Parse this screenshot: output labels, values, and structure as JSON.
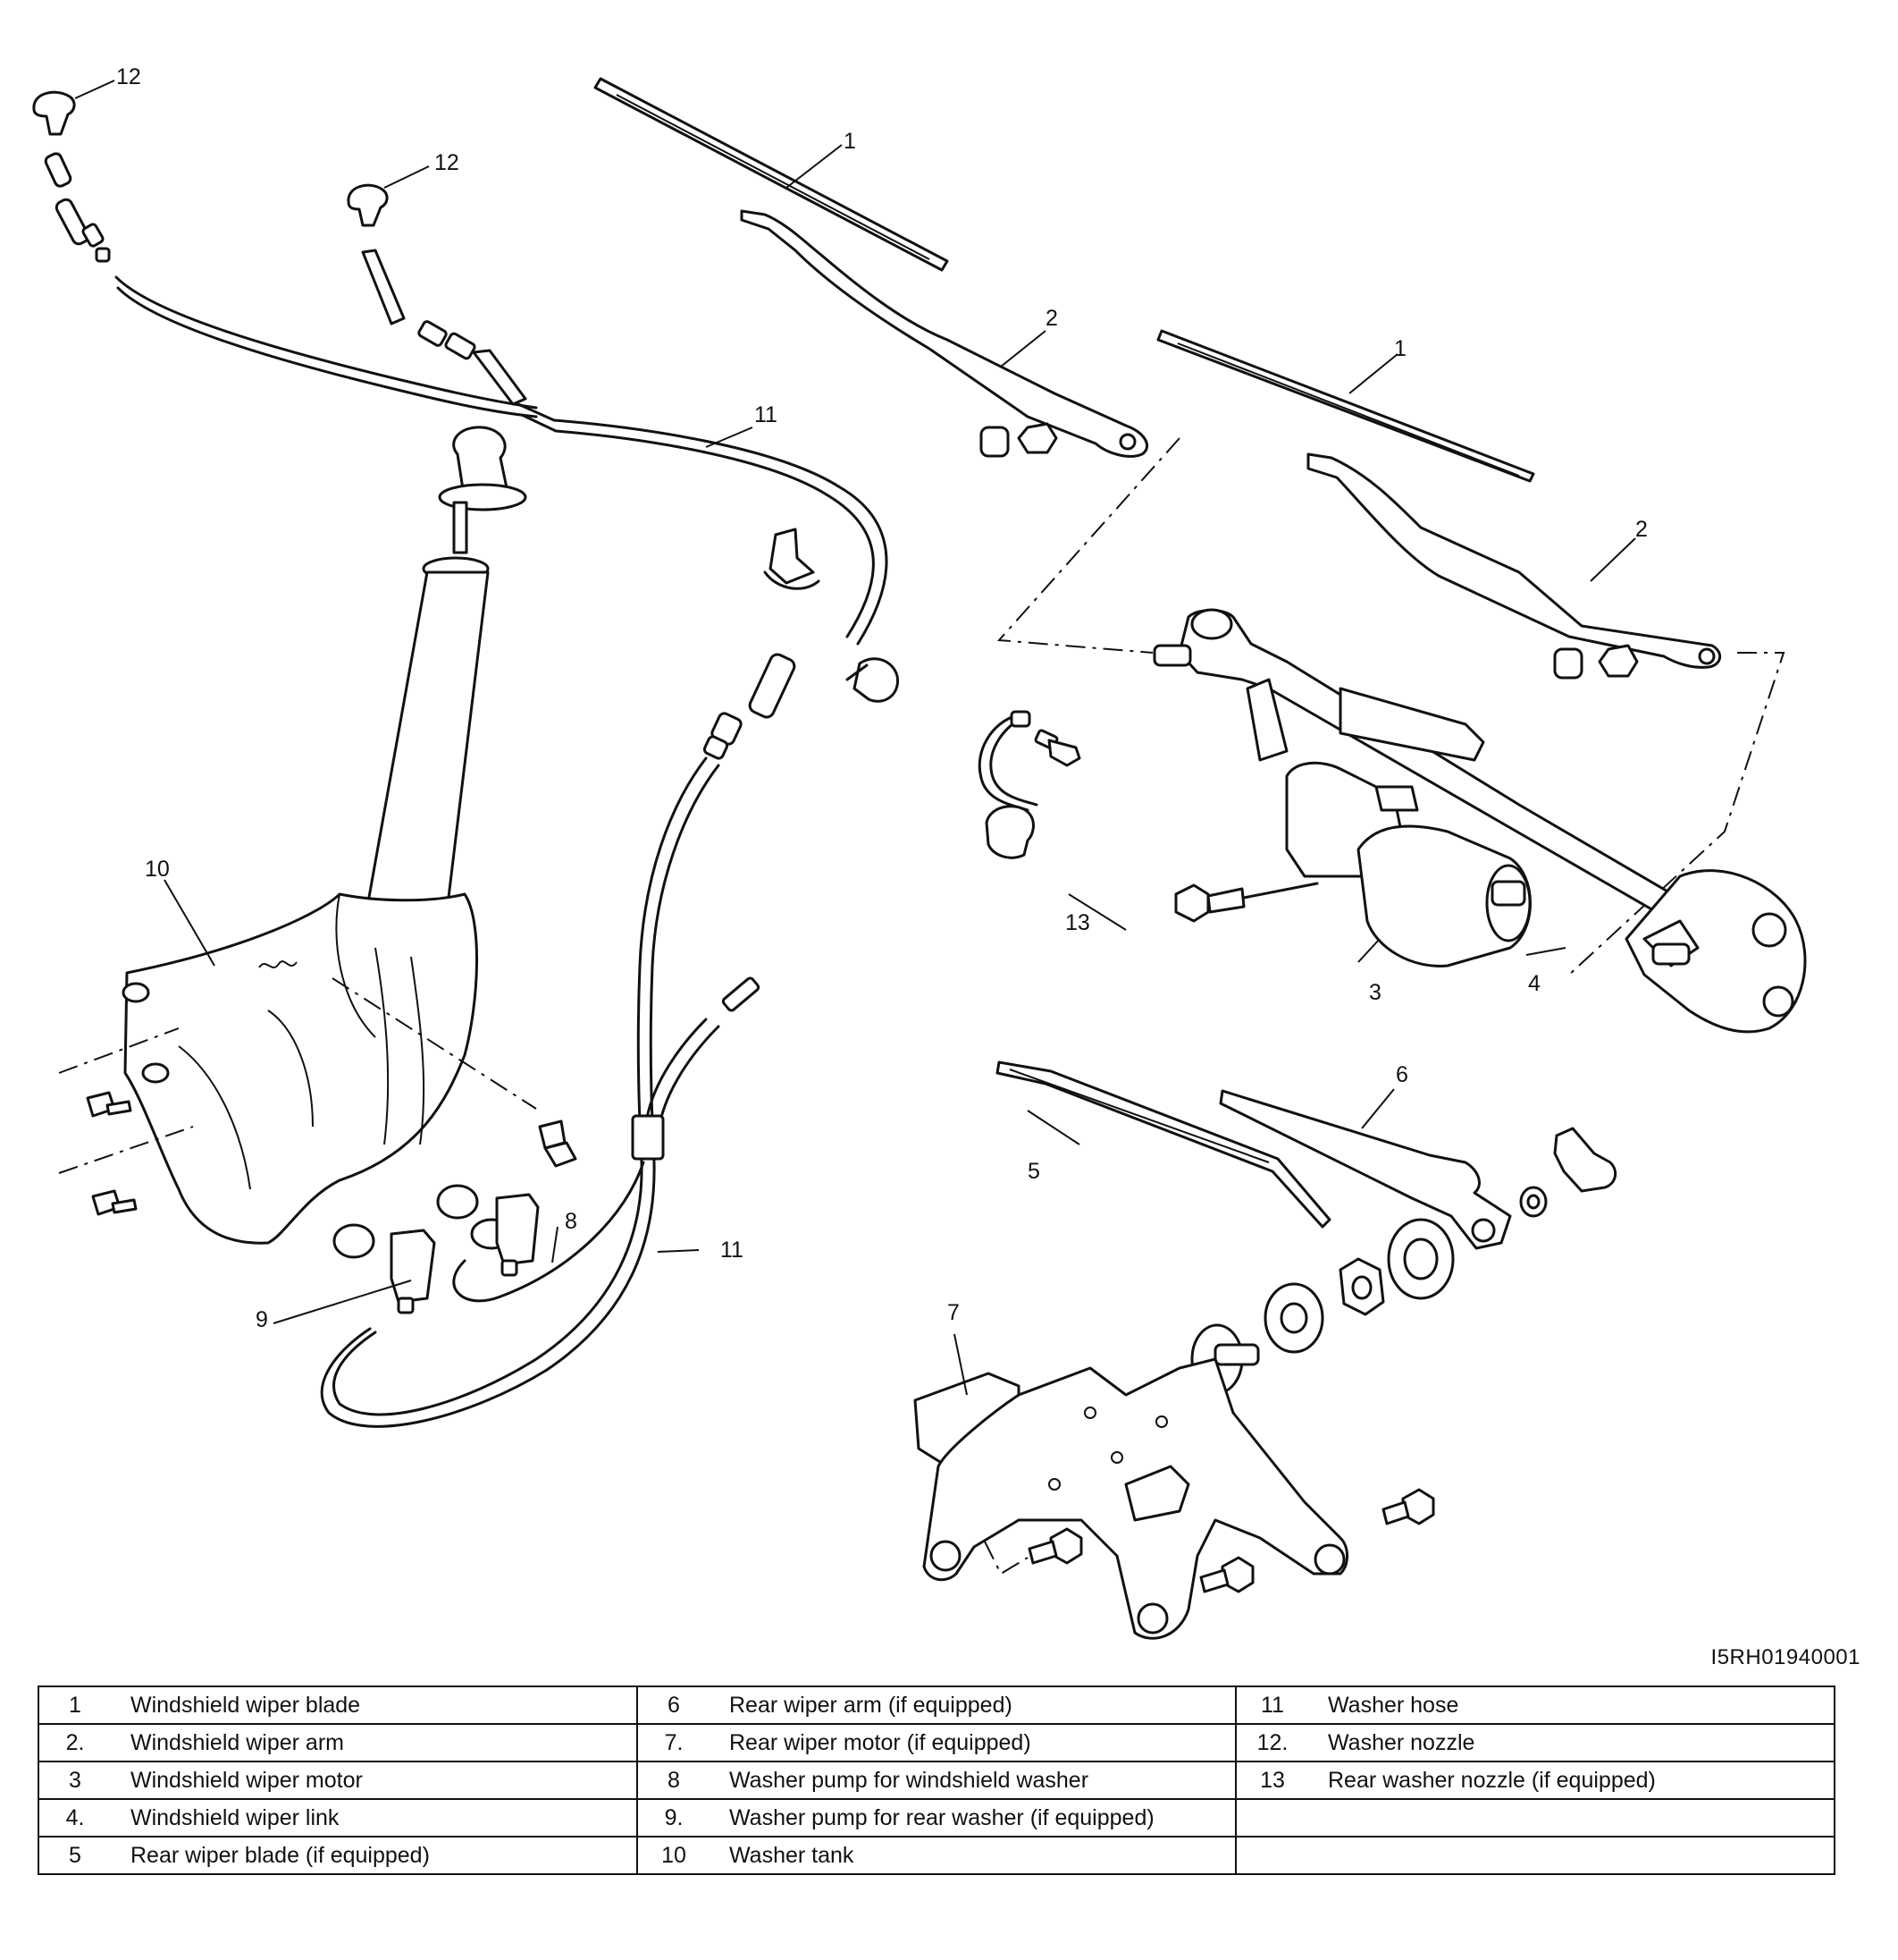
{
  "callouts": {
    "c1a": "1",
    "c1b": "1",
    "c2a": "2",
    "c2b": "2",
    "c3": "3",
    "c4": "4",
    "c5": "5",
    "c6": "6",
    "c7": "7",
    "c8": "8",
    "c9": "9",
    "c10": "10",
    "c11a": "11",
    "c11b": "11",
    "c12a": "12",
    "c12b": "12",
    "c13": "13"
  },
  "figure_code": "I5RH01940001",
  "legend": {
    "rows": [
      [
        {
          "num": "1",
          "label": "Windshield wiper blade"
        },
        {
          "num": "6",
          "label": "Rear wiper arm (if equipped)"
        },
        {
          "num": "11",
          "label": "Washer hose"
        }
      ],
      [
        {
          "num": "2.",
          "label": "Windshield wiper arm"
        },
        {
          "num": "7.",
          "label": "Rear wiper motor (if equipped)"
        },
        {
          "num": "12.",
          "label": "Washer nozzle"
        }
      ],
      [
        {
          "num": "3",
          "label": "Windshield wiper motor"
        },
        {
          "num": "8",
          "label": "Washer pump for windshield washer"
        },
        {
          "num": "13",
          "label": "Rear washer nozzle (if equipped)"
        }
      ],
      [
        {
          "num": "4.",
          "label": "Windshield wiper link"
        },
        {
          "num": "9.",
          "label": "Washer pump for rear washer (if equipped)"
        },
        {
          "num": "",
          "label": ""
        }
      ],
      [
        {
          "num": "5",
          "label": "Rear wiper blade (if equipped)"
        },
        {
          "num": "10",
          "label": "Washer tank"
        },
        {
          "num": "",
          "label": ""
        }
      ]
    ]
  }
}
